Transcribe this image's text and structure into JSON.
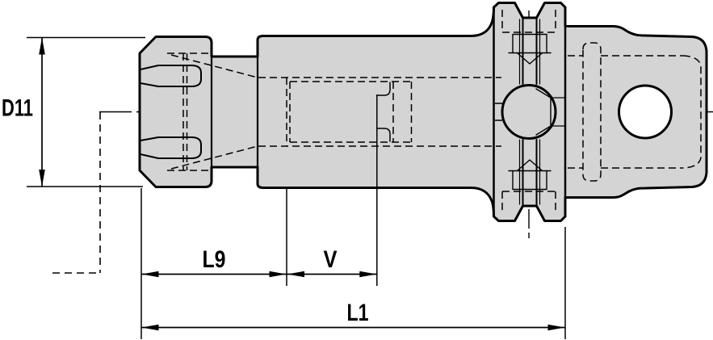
{
  "drawing": {
    "labels": {
      "diameter": "D11",
      "projection_length": "L9",
      "adjustment_length": "V",
      "overall_length": "L1"
    },
    "colors": {
      "part_fill": "#d4d4d4",
      "hole_fill": "#ffffff",
      "line": "#000000",
      "background": "#ffffff"
    }
  }
}
